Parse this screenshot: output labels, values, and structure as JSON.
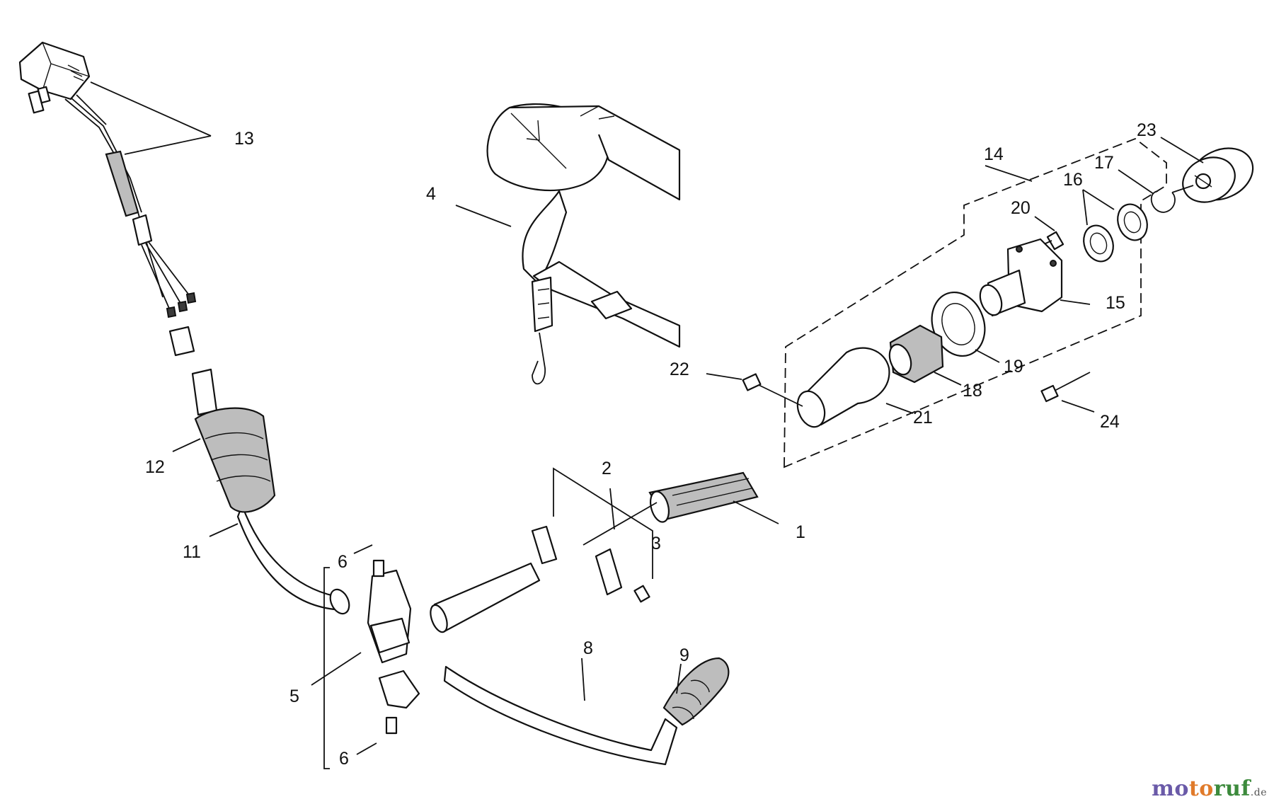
{
  "labels": {
    "l1": "1",
    "l2": "2",
    "l3": "3",
    "l4": "4",
    "l5": "5",
    "l6a": "6",
    "l6b": "6",
    "l8": "8",
    "l9": "9",
    "l11": "11",
    "l12": "12",
    "l13": "13",
    "l14": "14",
    "l15": "15",
    "l16": "16",
    "l17": "17",
    "l18": "18",
    "l19": "19",
    "l20": "20",
    "l21": "21",
    "l22": "22",
    "l23": "23",
    "l24": "24"
  },
  "watermark": {
    "mo": "mo",
    "to": "to",
    "ruf": "ruf",
    "tld": ".de"
  }
}
